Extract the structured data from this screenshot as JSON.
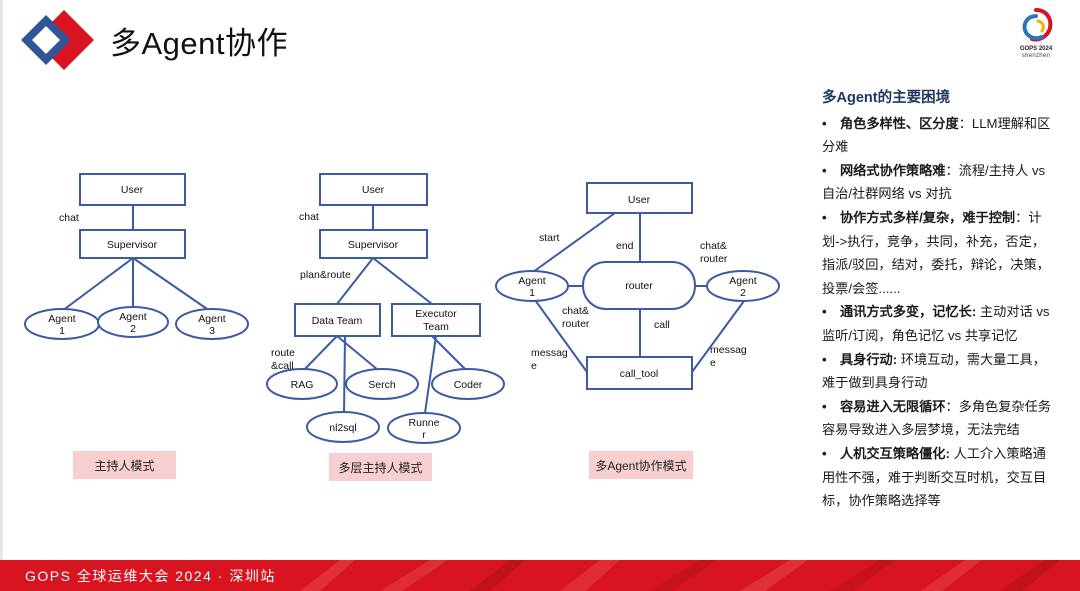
{
  "title": "多Agent协作",
  "brand": {
    "name": "GOPS 2024",
    "city": "shenzhen"
  },
  "colors": {
    "accent_red": "#d7141f",
    "node_blue": "#3b5ba5",
    "label_pink": "#f8cfd0",
    "heading_navy": "#1f3864"
  },
  "diagram1": {
    "nodes": {
      "user": "User",
      "supervisor": "Supervisor",
      "agent1": [
        "Agent",
        "1"
      ],
      "agent2": [
        "Agent",
        "2"
      ],
      "agent3": [
        "Agent",
        "3"
      ]
    },
    "edges": {
      "chat": "chat"
    },
    "mode_label": "主持人模式"
  },
  "diagram2": {
    "nodes": {
      "user": "User",
      "supervisor": "Supervisor",
      "data_team": "Data Team",
      "executor_team": [
        "Executor",
        "Team"
      ],
      "rag": "RAG",
      "serch": "Serch",
      "nl2sql": "nl2sql",
      "coder": "Coder",
      "runner": [
        "Runne",
        "r"
      ]
    },
    "edges": {
      "chat": "chat",
      "plan_route": "plan&route",
      "route_call": [
        "route",
        "&call"
      ]
    },
    "mode_label": "多层主持人模式"
  },
  "diagram3": {
    "nodes": {
      "user": "User",
      "router": "router",
      "call_tool": "call_tool",
      "agent1": [
        "Agent",
        "1"
      ],
      "agent2": [
        "Agent",
        "2"
      ]
    },
    "edges": {
      "start": "start",
      "end": "end",
      "chat_router_right": [
        "chat&",
        "router"
      ],
      "chat_router_left": [
        "chat&",
        "router"
      ],
      "call": "call",
      "message_left": [
        "messag",
        "e"
      ],
      "message_right": [
        "messag",
        "e"
      ]
    },
    "mode_label": "多Agent协作模式"
  },
  "side": {
    "heading": "多Agent的主要困境",
    "bullet": "•",
    "items": [
      {
        "bold": "角色多样性、区分度",
        "text": "：LLM理解和区分难"
      },
      {
        "bold": "网络式协作策略难",
        "text": "：流程/主持人 vs 自治/社群网络 vs 对抗"
      },
      {
        "bold": "协作方式多样/复杂，难于控制",
        "text": "：计划->执行，竞争，共同，补充，否定，指派/驳回，结对，委托，辩论，决策，投票/会签......"
      },
      {
        "bold": "通讯方式多变，记忆长:",
        "text": " 主动对话 vs 监听/订阅，角色记忆 vs 共享记忆"
      },
      {
        "bold": "具身行动:",
        "text": " 环境互动，需大量工具，难于做到具身行动"
      },
      {
        "bold": "容易进入无限循环",
        "text": "：多角色复杂任务容易导致进入多层梦境，无法完结"
      },
      {
        "bold": "人机交互策略僵化:",
        "text": " 人工介入策略通用性不强，难于判断交互时机，交互目标，协作策略选择等"
      }
    ]
  },
  "footer": {
    "text": "GOPS 全球运维大会 2024 · 深圳站"
  }
}
